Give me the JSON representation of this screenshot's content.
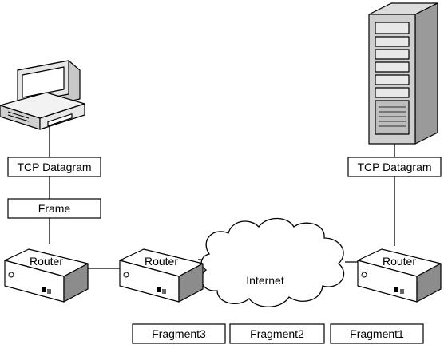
{
  "nodes": {
    "client_computer": {
      "icon": "desktop-computer-icon"
    },
    "server": {
      "icon": "tower-server-icon"
    }
  },
  "labels": {
    "left_tcp_datagram": "TCP Datagram",
    "frame": "Frame",
    "right_tcp_datagram": "TCP Datagram",
    "fragment3": "Fragment3",
    "fragment2": "Fragment2",
    "fragment1": "Fragment1"
  },
  "routers": {
    "left": "Router",
    "middle": "Router",
    "right": "Router"
  },
  "cloud": {
    "label": "Internet",
    "icon": "cloud-icon"
  },
  "colors": {
    "stroke": "#000000",
    "fill": "#ffffff",
    "shade": "#d9d9d9",
    "dark_shade": "#a6a6a6"
  }
}
